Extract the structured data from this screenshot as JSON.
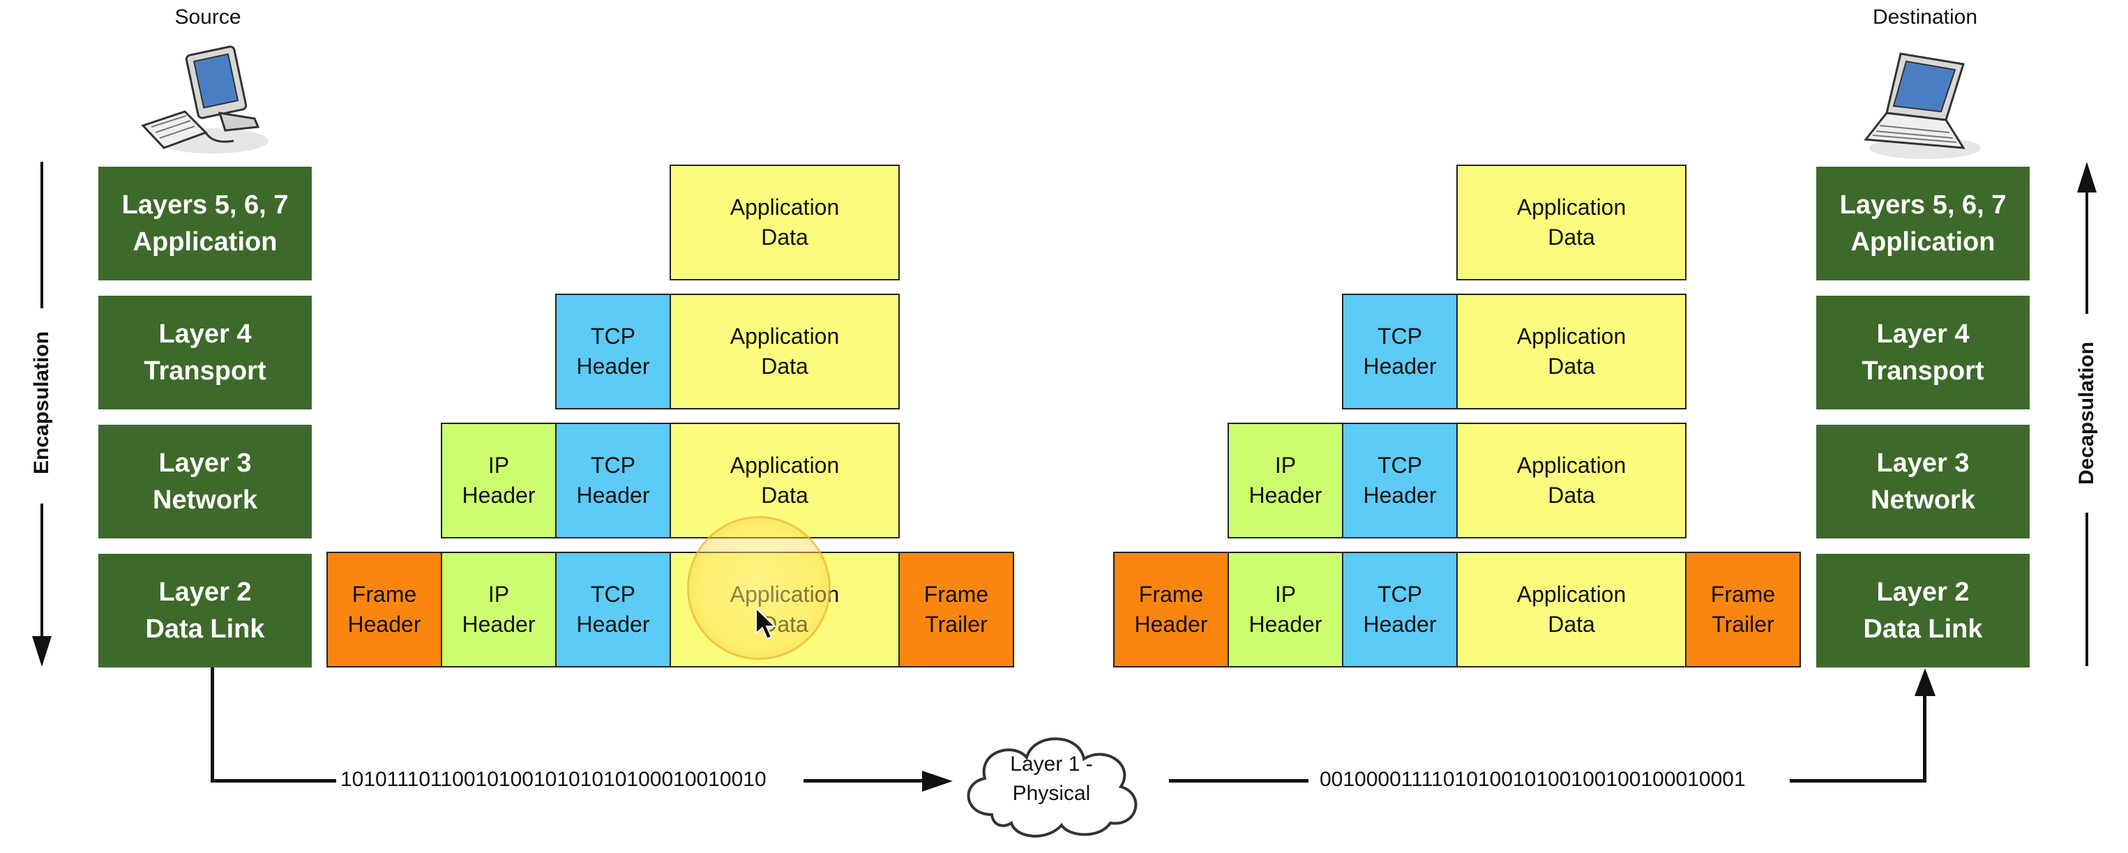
{
  "source_label": "Source",
  "destination_label": "Destination",
  "left_axis_label": "Encapsulation",
  "right_axis_label": "Decapsulation",
  "layers": [
    {
      "line1": "Layers 5, 6, 7",
      "line2": "Application"
    },
    {
      "line1": "Layer 4",
      "line2": "Transport"
    },
    {
      "line1": "Layer 3",
      "line2": "Network"
    },
    {
      "line1": "Layer 2",
      "line2": "Data Link"
    }
  ],
  "pdu": {
    "application_data": [
      "Application",
      "Data"
    ],
    "tcp_header": [
      "TCP",
      "Header"
    ],
    "ip_header": [
      "IP",
      "Header"
    ],
    "frame_header": [
      "Frame",
      "Header"
    ],
    "frame_trailer": [
      "Frame",
      "Trailer"
    ]
  },
  "physical": {
    "line1": "Layer 1 -",
    "line2": "Physical"
  },
  "bits_left": "1010111011001010010101010100010010010",
  "bits_right": "0010000111101010010100100100100010001",
  "colors": {
    "layer_box": "#3d6a2a",
    "application_data": "#fbfb7d",
    "tcp_header": "#5ccbf5",
    "ip_header": "#ccfd6f",
    "frame": "#fb860f"
  }
}
